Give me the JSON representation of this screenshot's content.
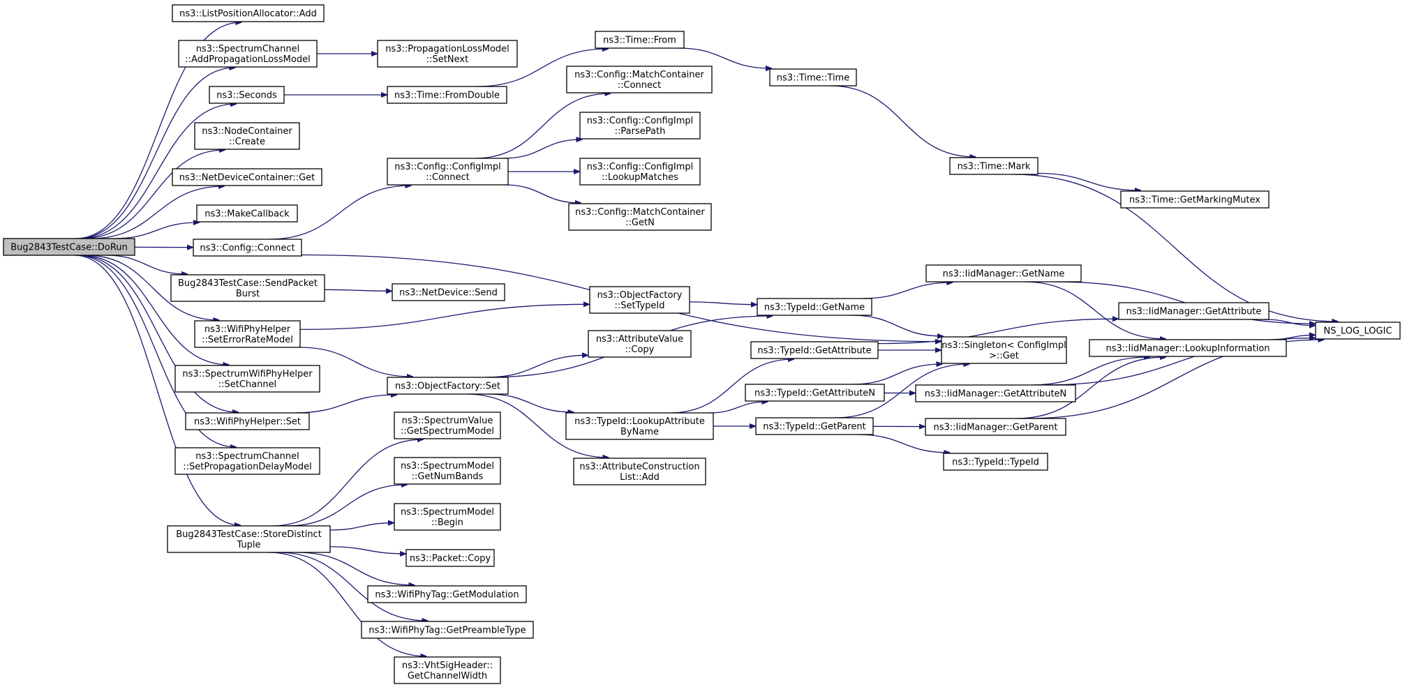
{
  "colors": {
    "edge": "#191970",
    "root_fill": "#bfbfbf",
    "node_fill": "#ffffff",
    "border": "#000000"
  },
  "nodes": [
    {
      "id": "dorun",
      "lines": [
        "Bug2843TestCase::DoRun"
      ],
      "root": true
    },
    {
      "id": "lpa_add",
      "lines": [
        "ns3::ListPositionAllocator::Add"
      ]
    },
    {
      "id": "sc_addprop",
      "lines": [
        "ns3::SpectrumChannel",
        "::AddPropagationLossModel"
      ]
    },
    {
      "id": "plm_setnext",
      "lines": [
        "ns3::PropagationLossModel",
        "::SetNext"
      ]
    },
    {
      "id": "seconds",
      "lines": [
        "ns3::Seconds"
      ]
    },
    {
      "id": "time_fromdouble",
      "lines": [
        "ns3::Time::FromDouble"
      ]
    },
    {
      "id": "time_from",
      "lines": [
        "ns3::Time::From"
      ]
    },
    {
      "id": "time_time",
      "lines": [
        "ns3::Time::Time"
      ]
    },
    {
      "id": "time_mark",
      "lines": [
        "ns3::Time::Mark"
      ]
    },
    {
      "id": "time_getmm",
      "lines": [
        "ns3::Time::GetMarkingMutex"
      ]
    },
    {
      "id": "nc_create",
      "lines": [
        "ns3::NodeContainer",
        "::Create"
      ]
    },
    {
      "id": "ndc_get",
      "lines": [
        "ns3::NetDeviceContainer::Get"
      ]
    },
    {
      "id": "makecallback",
      "lines": [
        "ns3::MakeCallback"
      ]
    },
    {
      "id": "config_connect",
      "lines": [
        "ns3::Config::Connect"
      ]
    },
    {
      "id": "cfgimpl_connect",
      "lines": [
        "ns3::Config::ConfigImpl",
        "::Connect"
      ]
    },
    {
      "id": "mc_connect",
      "lines": [
        "ns3::Config::MatchContainer",
        "::Connect"
      ]
    },
    {
      "id": "cfgimpl_parse",
      "lines": [
        "ns3::Config::ConfigImpl",
        "::ParsePath"
      ]
    },
    {
      "id": "cfgimpl_lookup",
      "lines": [
        "ns3::Config::ConfigImpl",
        "::LookupMatches"
      ]
    },
    {
      "id": "mc_getn",
      "lines": [
        "ns3::Config::MatchContainer",
        "::GetN"
      ]
    },
    {
      "id": "sendburst",
      "lines": [
        "Bug2843TestCase::SendPacket",
        "Burst"
      ]
    },
    {
      "id": "nd_send",
      "lines": [
        "ns3::NetDevice::Send"
      ]
    },
    {
      "id": "wph_seterr",
      "lines": [
        "ns3::WifiPhyHelper",
        "::SetErrorRateModel"
      ]
    },
    {
      "id": "of_settypeid",
      "lines": [
        "ns3::ObjectFactory",
        "::SetTypeId"
      ]
    },
    {
      "id": "tid_getname",
      "lines": [
        "ns3::TypeId::GetName"
      ]
    },
    {
      "id": "iid_getname",
      "lines": [
        "ns3::IidManager::GetName"
      ]
    },
    {
      "id": "swph_setch",
      "lines": [
        "ns3::SpectrumWifiPhyHelper",
        "::SetChannel"
      ]
    },
    {
      "id": "wph_set",
      "lines": [
        "ns3::WifiPhyHelper::Set"
      ]
    },
    {
      "id": "of_set",
      "lines": [
        "ns3::ObjectFactory::Set"
      ]
    },
    {
      "id": "av_copy",
      "lines": [
        "ns3::AttributeValue",
        "::Copy"
      ]
    },
    {
      "id": "sc_setdelay",
      "lines": [
        "ns3::SpectrumChannel",
        "::SetPropagationDelayModel"
      ]
    },
    {
      "id": "tid_lookupattr",
      "lines": [
        "ns3::TypeId::LookupAttribute",
        "ByName"
      ]
    },
    {
      "id": "acl_add",
      "lines": [
        "ns3::AttributeConstruction",
        "List::Add"
      ]
    },
    {
      "id": "tid_getattr",
      "lines": [
        "ns3::TypeId::GetAttribute"
      ]
    },
    {
      "id": "tid_getattrn",
      "lines": [
        "ns3::TypeId::GetAttributeN"
      ]
    },
    {
      "id": "tid_getparent",
      "lines": [
        "ns3::TypeId::GetParent"
      ]
    },
    {
      "id": "singleton_get",
      "lines": [
        "ns3::Singleton< ConfigImpl",
        ">::Get"
      ]
    },
    {
      "id": "iid_getattr",
      "lines": [
        "ns3::IidManager::GetAttribute"
      ]
    },
    {
      "id": "iid_lookupinfo",
      "lines": [
        "ns3::IidManager::LookupInformation"
      ]
    },
    {
      "id": "iid_getattrn",
      "lines": [
        "ns3::IidManager::GetAttributeN"
      ]
    },
    {
      "id": "iid_getparent",
      "lines": [
        "ns3::IidManager::GetParent"
      ]
    },
    {
      "id": "tid_typeid",
      "lines": [
        "ns3::TypeId::TypeId"
      ]
    },
    {
      "id": "ns_log",
      "lines": [
        "NS_LOG_LOGIC"
      ]
    },
    {
      "id": "storetuple",
      "lines": [
        "Bug2843TestCase::StoreDistinct",
        "Tuple"
      ]
    },
    {
      "id": "sv_getmodel",
      "lines": [
        "ns3::SpectrumValue",
        "::GetSpectrumModel"
      ]
    },
    {
      "id": "sm_getnum",
      "lines": [
        "ns3::SpectrumModel",
        "::GetNumBands"
      ]
    },
    {
      "id": "sm_begin",
      "lines": [
        "ns3::SpectrumModel",
        "::Begin"
      ]
    },
    {
      "id": "pkt_copy",
      "lines": [
        "ns3::Packet::Copy"
      ]
    },
    {
      "id": "wpt_getmod",
      "lines": [
        "ns3::WifiPhyTag::GetModulation"
      ]
    },
    {
      "id": "wpt_getpre",
      "lines": [
        "ns3::WifiPhyTag::GetPreambleType"
      ]
    },
    {
      "id": "vht_getcw",
      "lines": [
        "ns3::VhtSigHeader::",
        "GetChannelWidth"
      ]
    }
  ],
  "edges": [
    [
      "dorun",
      "lpa_add"
    ],
    [
      "dorun",
      "sc_addprop"
    ],
    [
      "dorun",
      "seconds"
    ],
    [
      "dorun",
      "nc_create"
    ],
    [
      "dorun",
      "ndc_get"
    ],
    [
      "dorun",
      "makecallback"
    ],
    [
      "dorun",
      "config_connect"
    ],
    [
      "dorun",
      "sendburst"
    ],
    [
      "dorun",
      "wph_seterr"
    ],
    [
      "dorun",
      "swph_setch"
    ],
    [
      "dorun",
      "wph_set"
    ],
    [
      "dorun",
      "sc_setdelay"
    ],
    [
      "dorun",
      "storetuple"
    ],
    [
      "sc_addprop",
      "plm_setnext"
    ],
    [
      "seconds",
      "time_fromdouble"
    ],
    [
      "time_fromdouble",
      "time_from"
    ],
    [
      "time_from",
      "time_time"
    ],
    [
      "time_time",
      "time_mark"
    ],
    [
      "time_mark",
      "time_getmm"
    ],
    [
      "time_mark",
      "ns_log"
    ],
    [
      "config_connect",
      "cfgimpl_connect"
    ],
    [
      "config_connect",
      "singleton_get"
    ],
    [
      "cfgimpl_connect",
      "mc_connect"
    ],
    [
      "cfgimpl_connect",
      "cfgimpl_parse"
    ],
    [
      "cfgimpl_connect",
      "cfgimpl_lookup"
    ],
    [
      "cfgimpl_connect",
      "mc_getn"
    ],
    [
      "sendburst",
      "nd_send"
    ],
    [
      "wph_seterr",
      "of_settypeid"
    ],
    [
      "wph_seterr",
      "of_set"
    ],
    [
      "of_settypeid",
      "tid_getname"
    ],
    [
      "tid_getname",
      "iid_getname"
    ],
    [
      "tid_getname",
      "singleton_get"
    ],
    [
      "iid_getname",
      "ns_log"
    ],
    [
      "iid_getname",
      "iid_lookupinfo"
    ],
    [
      "wph_set",
      "of_set"
    ],
    [
      "of_set",
      "av_copy"
    ],
    [
      "of_set",
      "tid_getname"
    ],
    [
      "of_set",
      "tid_lookupattr"
    ],
    [
      "of_set",
      "acl_add"
    ],
    [
      "tid_lookupattr",
      "tid_getattr"
    ],
    [
      "tid_lookupattr",
      "tid_getattrn"
    ],
    [
      "tid_lookupattr",
      "tid_getparent"
    ],
    [
      "tid_getattr",
      "iid_getattr"
    ],
    [
      "tid_getattr",
      "singleton_get"
    ],
    [
      "tid_getattrn",
      "singleton_get"
    ],
    [
      "tid_getattrn",
      "iid_getattrn"
    ],
    [
      "tid_getparent",
      "singleton_get"
    ],
    [
      "tid_getparent",
      "iid_getparent"
    ],
    [
      "tid_getparent",
      "tid_typeid"
    ],
    [
      "iid_getattr",
      "ns_log"
    ],
    [
      "iid_lookupinfo",
      "ns_log"
    ],
    [
      "iid_getattrn",
      "iid_lookupinfo"
    ],
    [
      "iid_getattrn",
      "ns_log"
    ],
    [
      "iid_getparent",
      "iid_lookupinfo"
    ],
    [
      "iid_getparent",
      "ns_log"
    ],
    [
      "storetuple",
      "sv_getmodel"
    ],
    [
      "storetuple",
      "sm_getnum"
    ],
    [
      "storetuple",
      "sm_begin"
    ],
    [
      "storetuple",
      "pkt_copy"
    ],
    [
      "storetuple",
      "wpt_getmod"
    ],
    [
      "storetuple",
      "wpt_getpre"
    ],
    [
      "storetuple",
      "vht_getcw"
    ]
  ]
}
